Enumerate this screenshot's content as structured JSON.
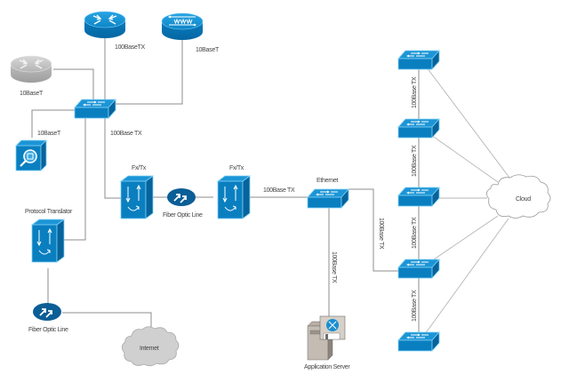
{
  "diagram": {
    "nodes": {
      "router_top": {
        "label": "",
        "type": "router"
      },
      "www_router": {
        "label": "",
        "type": "www-router"
      },
      "gray_router": {
        "label": "10BaseT",
        "type": "router"
      },
      "main_switch": {
        "label": "",
        "type": "switch"
      },
      "monitor_device": {
        "label": "",
        "type": "analyzer"
      },
      "protocol_translator": {
        "label": "Protocol Translator",
        "type": "translator"
      },
      "fiber_left": {
        "label": "Fiber Optic Line",
        "type": "fiber"
      },
      "internet": {
        "label": "Internet",
        "type": "cloud"
      },
      "fxtx_1": {
        "label": "Fx/Tx",
        "type": "transceiver"
      },
      "fiber_mid": {
        "label": "Fiber Optic Line",
        "type": "fiber"
      },
      "fxtx_2": {
        "label": "Fx/Tx",
        "type": "transceiver"
      },
      "ethernet_switch": {
        "label": "Ethernet",
        "type": "switch"
      },
      "app_server": {
        "label": "Application Server",
        "type": "server"
      },
      "cloud": {
        "label": "Cloud",
        "type": "cloud"
      },
      "sw1": {
        "label": "",
        "type": "switch"
      },
      "sw2": {
        "label": "",
        "type": "switch"
      },
      "sw3": {
        "label": "",
        "type": "switch"
      },
      "sw4": {
        "label": "",
        "type": "switch"
      },
      "sw5": {
        "label": "",
        "type": "switch"
      }
    },
    "links": {
      "router_top_main": "100BaseTX",
      "www_main": "10BaseT",
      "main_monitor": "10BaseT",
      "main_fxtx": "100Base TX",
      "fxtx2_ethernet": "100Base TX",
      "ethernet_server": "100Base TX",
      "ethernet_sw4": "100Base TX",
      "sw1_sw2": "100Base TX",
      "sw2_sw3": "100Base TX",
      "sw3_sw4": "100Base TX",
      "sw4_sw5": "100Base TX"
    },
    "colors": {
      "device_blue": "#0a7fc0",
      "device_blue_top": "#1c95d6",
      "device_edge": "#7fd0f5",
      "fiber_blue": "#0b5e96",
      "router_gray": "#c8c8c8",
      "cloud_gray": "#d0d0d0",
      "wire": "#8c8c8c"
    }
  }
}
